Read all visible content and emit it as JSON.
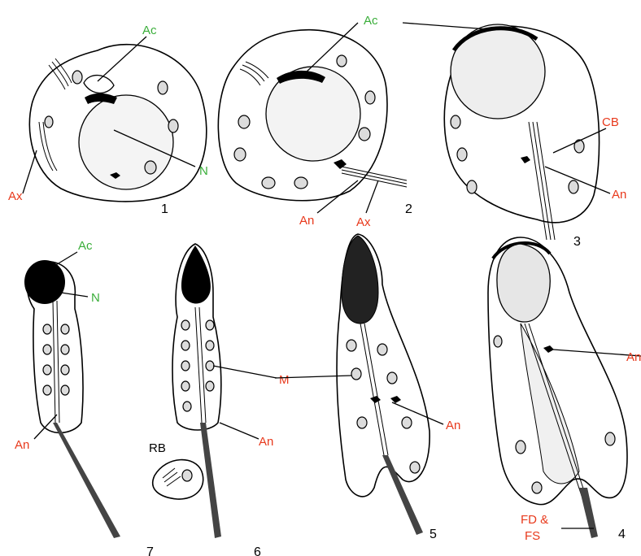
{
  "colors": {
    "functional": "#e8391c",
    "structural": "#3aae3a",
    "ink": "#000000"
  },
  "labels": {
    "ac_1": "Ac",
    "n_1": "N",
    "ax_1": "Ax",
    "ac_2": "Ac",
    "an_2": "An",
    "ax_2": "Ax",
    "cb_3": "CB",
    "an_3": "An",
    "ac_7": "Ac",
    "n_7": "N",
    "an_7": "An",
    "m": "M",
    "an_6": "An",
    "rb": "RB",
    "an_5": "An",
    "an_4": "An",
    "fdfs_line1": "FD &",
    "fdfs_line2": "FS"
  },
  "panel_numbers": {
    "p1": "1",
    "p2": "2",
    "p3": "3",
    "p4": "4",
    "p5": "5",
    "p6": "6",
    "p7": "7"
  }
}
